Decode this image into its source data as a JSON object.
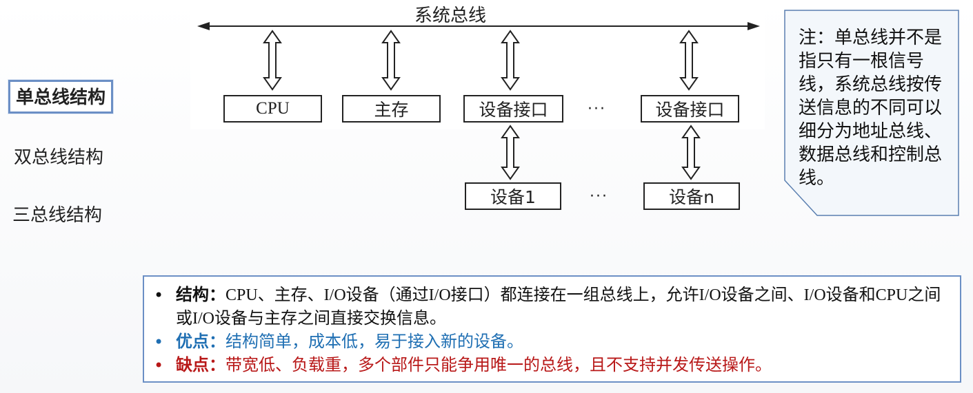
{
  "nav": {
    "items": [
      {
        "label": "单总线结构",
        "active": true
      },
      {
        "label": "双总线结构",
        "active": false
      },
      {
        "label": "三总线结构",
        "active": false
      }
    ]
  },
  "diagram": {
    "bus_label": "系统总线",
    "top_boxes": [
      "CPU",
      "主存",
      "设备接口",
      "设备接口"
    ],
    "bottom_boxes": [
      "设备1",
      "设备n"
    ],
    "ellipsis": "···"
  },
  "note": {
    "text": "注：单总线并不是指只有一根信号线，系统总线按传送信息的不同可以细分为地址总线、数据总线和控制总线。"
  },
  "info": {
    "bullets": [
      {
        "head": "结构：",
        "text": "CPU、主存、I/O设备（通过I/O接口）都连接在一组总线上，允许I/O设备之间、I/O设备和CPU之间或I/O设备与主存之间直接交换信息。",
        "color": "#111111"
      },
      {
        "head": "优点：",
        "text": "结构简单，成本低，易于接入新的设备。",
        "color": "#1f6fb3"
      },
      {
        "head": "缺点：",
        "text": "带宽低、负载重，多个部件只能争用唯一的总线，且不支持并发传送操作。",
        "color": "#b81818"
      }
    ]
  }
}
